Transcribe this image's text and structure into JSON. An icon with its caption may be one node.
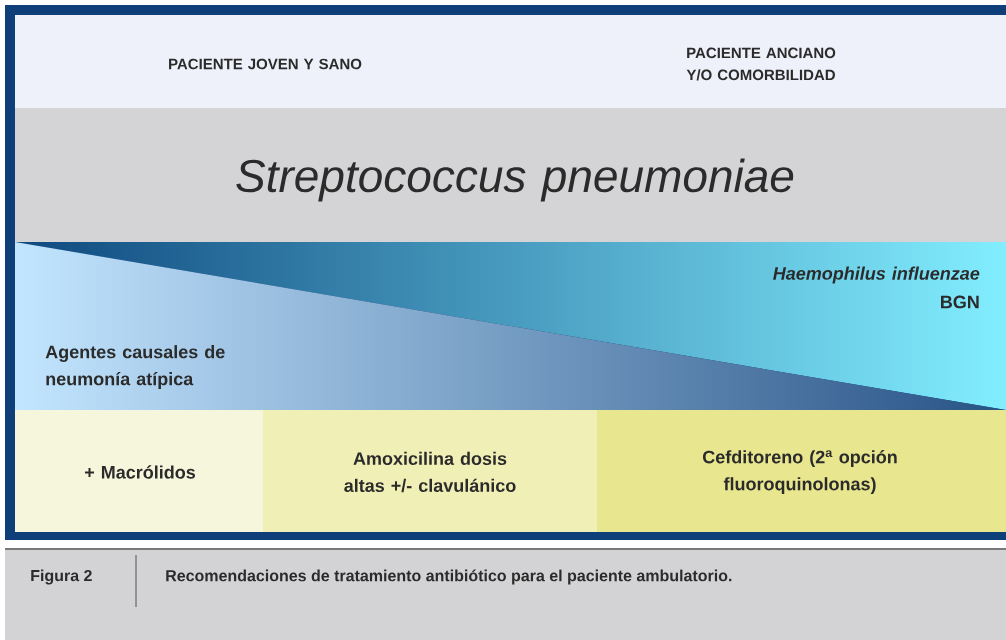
{
  "diagram": {
    "caption": "Recomendaciones de tratamiento antibiótico para el paciente ambulatorio.",
    "nodes": [
      {
        "text": [
          "PACIENTE JOVEN Y SANO",
          "PACIENTE ANCIANO Y/O COMORBILIDAD"
        ]
      },
      {
        "text": [
          "Streptococcus pneumoniae"
        ]
      },
      {
        "text": [
          "Haemophilus influenzae",
          "BGN"
        ]
      },
      {
        "text": [
          "Agentes causales de neumonía atípica"
        ]
      },
      {
        "text": [
          "+ Macrólidos"
        ]
      },
      {
        "text": [
          "Amoxicilina dosis altas +/- clavulánico"
        ]
      },
      {
        "text": [
          "Cefditoreno (2$^{a}$ opción fluoroquinolonas)"
        ]
      }
    ],
    "edges": [],
    "labels": [
      "Figura 2"
    ]
  }
}
